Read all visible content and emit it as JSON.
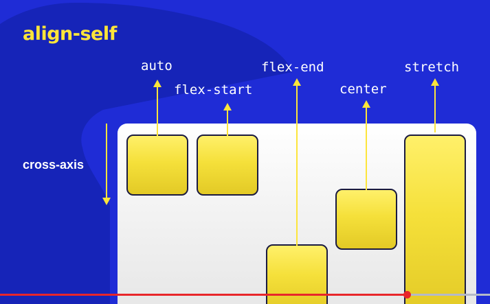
{
  "title": "align-self",
  "axis": {
    "label": "cross-axis"
  },
  "properties": {
    "auto": "auto",
    "flex_start": "flex-start",
    "flex_end": "flex-end",
    "center": "center",
    "stretch": "stretch"
  },
  "video": {
    "progress_percent": 83
  },
  "colors": {
    "background": "#1f2cd6",
    "title": "#fde53a",
    "box_fill": "#f5e03a",
    "box_border": "#1a1a40",
    "arrow": "#fde53a",
    "progress": "#e8262a"
  }
}
